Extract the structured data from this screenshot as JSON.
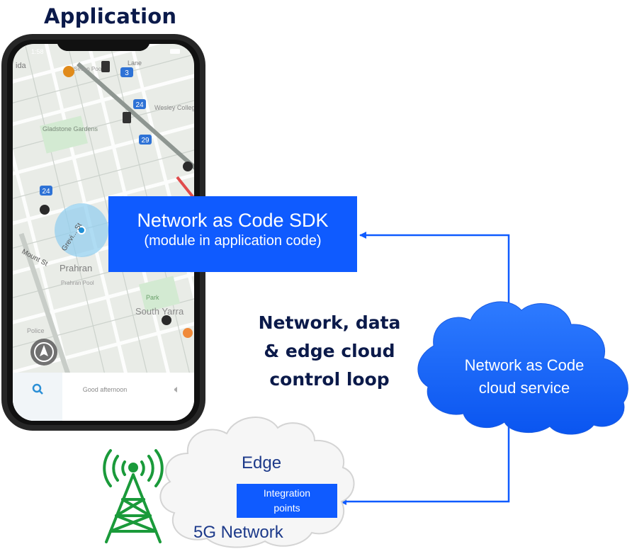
{
  "title": "Application",
  "phone": {
    "status_time": "1:58",
    "search_text": "Good afternoon",
    "map_labels": {
      "street_grevi": "Grevi... St",
      "street_mount": "Mount St",
      "suburb_prahran": "Prahran",
      "prahran_pool": "Prahran Pool",
      "gladstone": "Gladstone Gardens",
      "wesley": "Wesley College",
      "south_yarra": "South Yarra",
      "park": "Park",
      "police": "Police",
      "lane": "Lane",
      "seven": "Seven Pool",
      "ida": "ida",
      "road_3": "3",
      "road_24a": "24",
      "road_29": "29",
      "road_24b": "24"
    }
  },
  "sdk": {
    "title": "Network as Code SDK",
    "subtitle": "(module in application code)"
  },
  "loop": {
    "line1": "Network, data",
    "line2": "& edge cloud",
    "line3": "control loop"
  },
  "cloud": {
    "line1": "Network as Code",
    "line2": "cloud service"
  },
  "edge": {
    "label": "Edge"
  },
  "integration": {
    "line1": "Integration",
    "line2": "points"
  },
  "network": {
    "label": "5G Network"
  },
  "colors": {
    "accent": "#0f5bff",
    "navy": "#0b1a4a",
    "tower": "#1a9a3a"
  }
}
